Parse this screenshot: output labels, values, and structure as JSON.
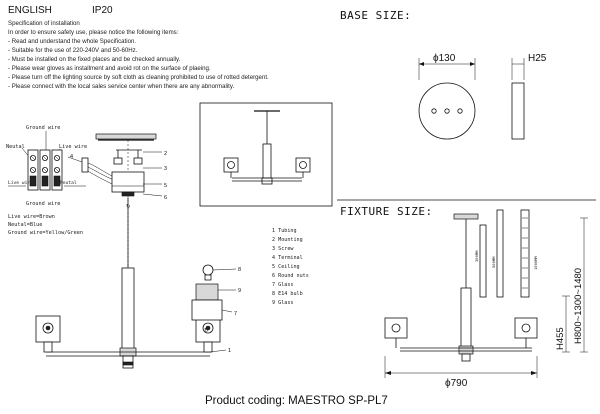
{
  "header": {
    "language": "ENGLISH",
    "ip_rating": "IP20"
  },
  "instructions": {
    "heading": "Specification of installation",
    "lines": [
      "In order to ensure safety use, please notice the following items:",
      "- Read and understand the whole Specification.",
      "- Suitable for the use of 220-240V and 50-60Hz.",
      "- Must be installed on the fixed places and be checked annually.",
      "- Please wear gloves as installment and avoid rot on the surface of plaeing.",
      "- Please turn off the lighting source by soft cloth as cleaning prohibited to use of rotted detergent.",
      "- Please connect with the local sales service center when there are any abnormality."
    ]
  },
  "wiring": {
    "top_label": "Ground wire",
    "left_label": "Neutal",
    "right_label": "Live wire",
    "bottom_label": "Ground wire",
    "notes": [
      "Live wire=Brown",
      "Neutal=Blue",
      "Ground wire=Yellow/Green"
    ]
  },
  "callouts": {
    "n1": "1",
    "n2": "2",
    "n3": "3",
    "n4": "4",
    "n5": "5",
    "n6": "6",
    "n7": "7",
    "n8": "8",
    "n9": "9"
  },
  "parts_legend": [
    "1 Tubing",
    "2 Mounting",
    "3 Screw",
    "4 Terminal",
    "5 Ceiling",
    "6 Round nuts",
    "7 Glass",
    "8 E14 bulb",
    "9 Glass"
  ],
  "base_size": {
    "title": "BASE SIZE:",
    "diameter_label": "ϕ130",
    "height_label": "H25"
  },
  "fixture_size": {
    "title": "FIXTURE SIZE:",
    "cable_300": "300MM",
    "cable_500": "500MM",
    "cable_1000": "1000MM",
    "height_label": "H455",
    "range_label": "H800~1300~1480",
    "width_label": "ϕ790"
  },
  "footer": {
    "product_coding": "Product coding: MAESTRO SP-PL7"
  }
}
